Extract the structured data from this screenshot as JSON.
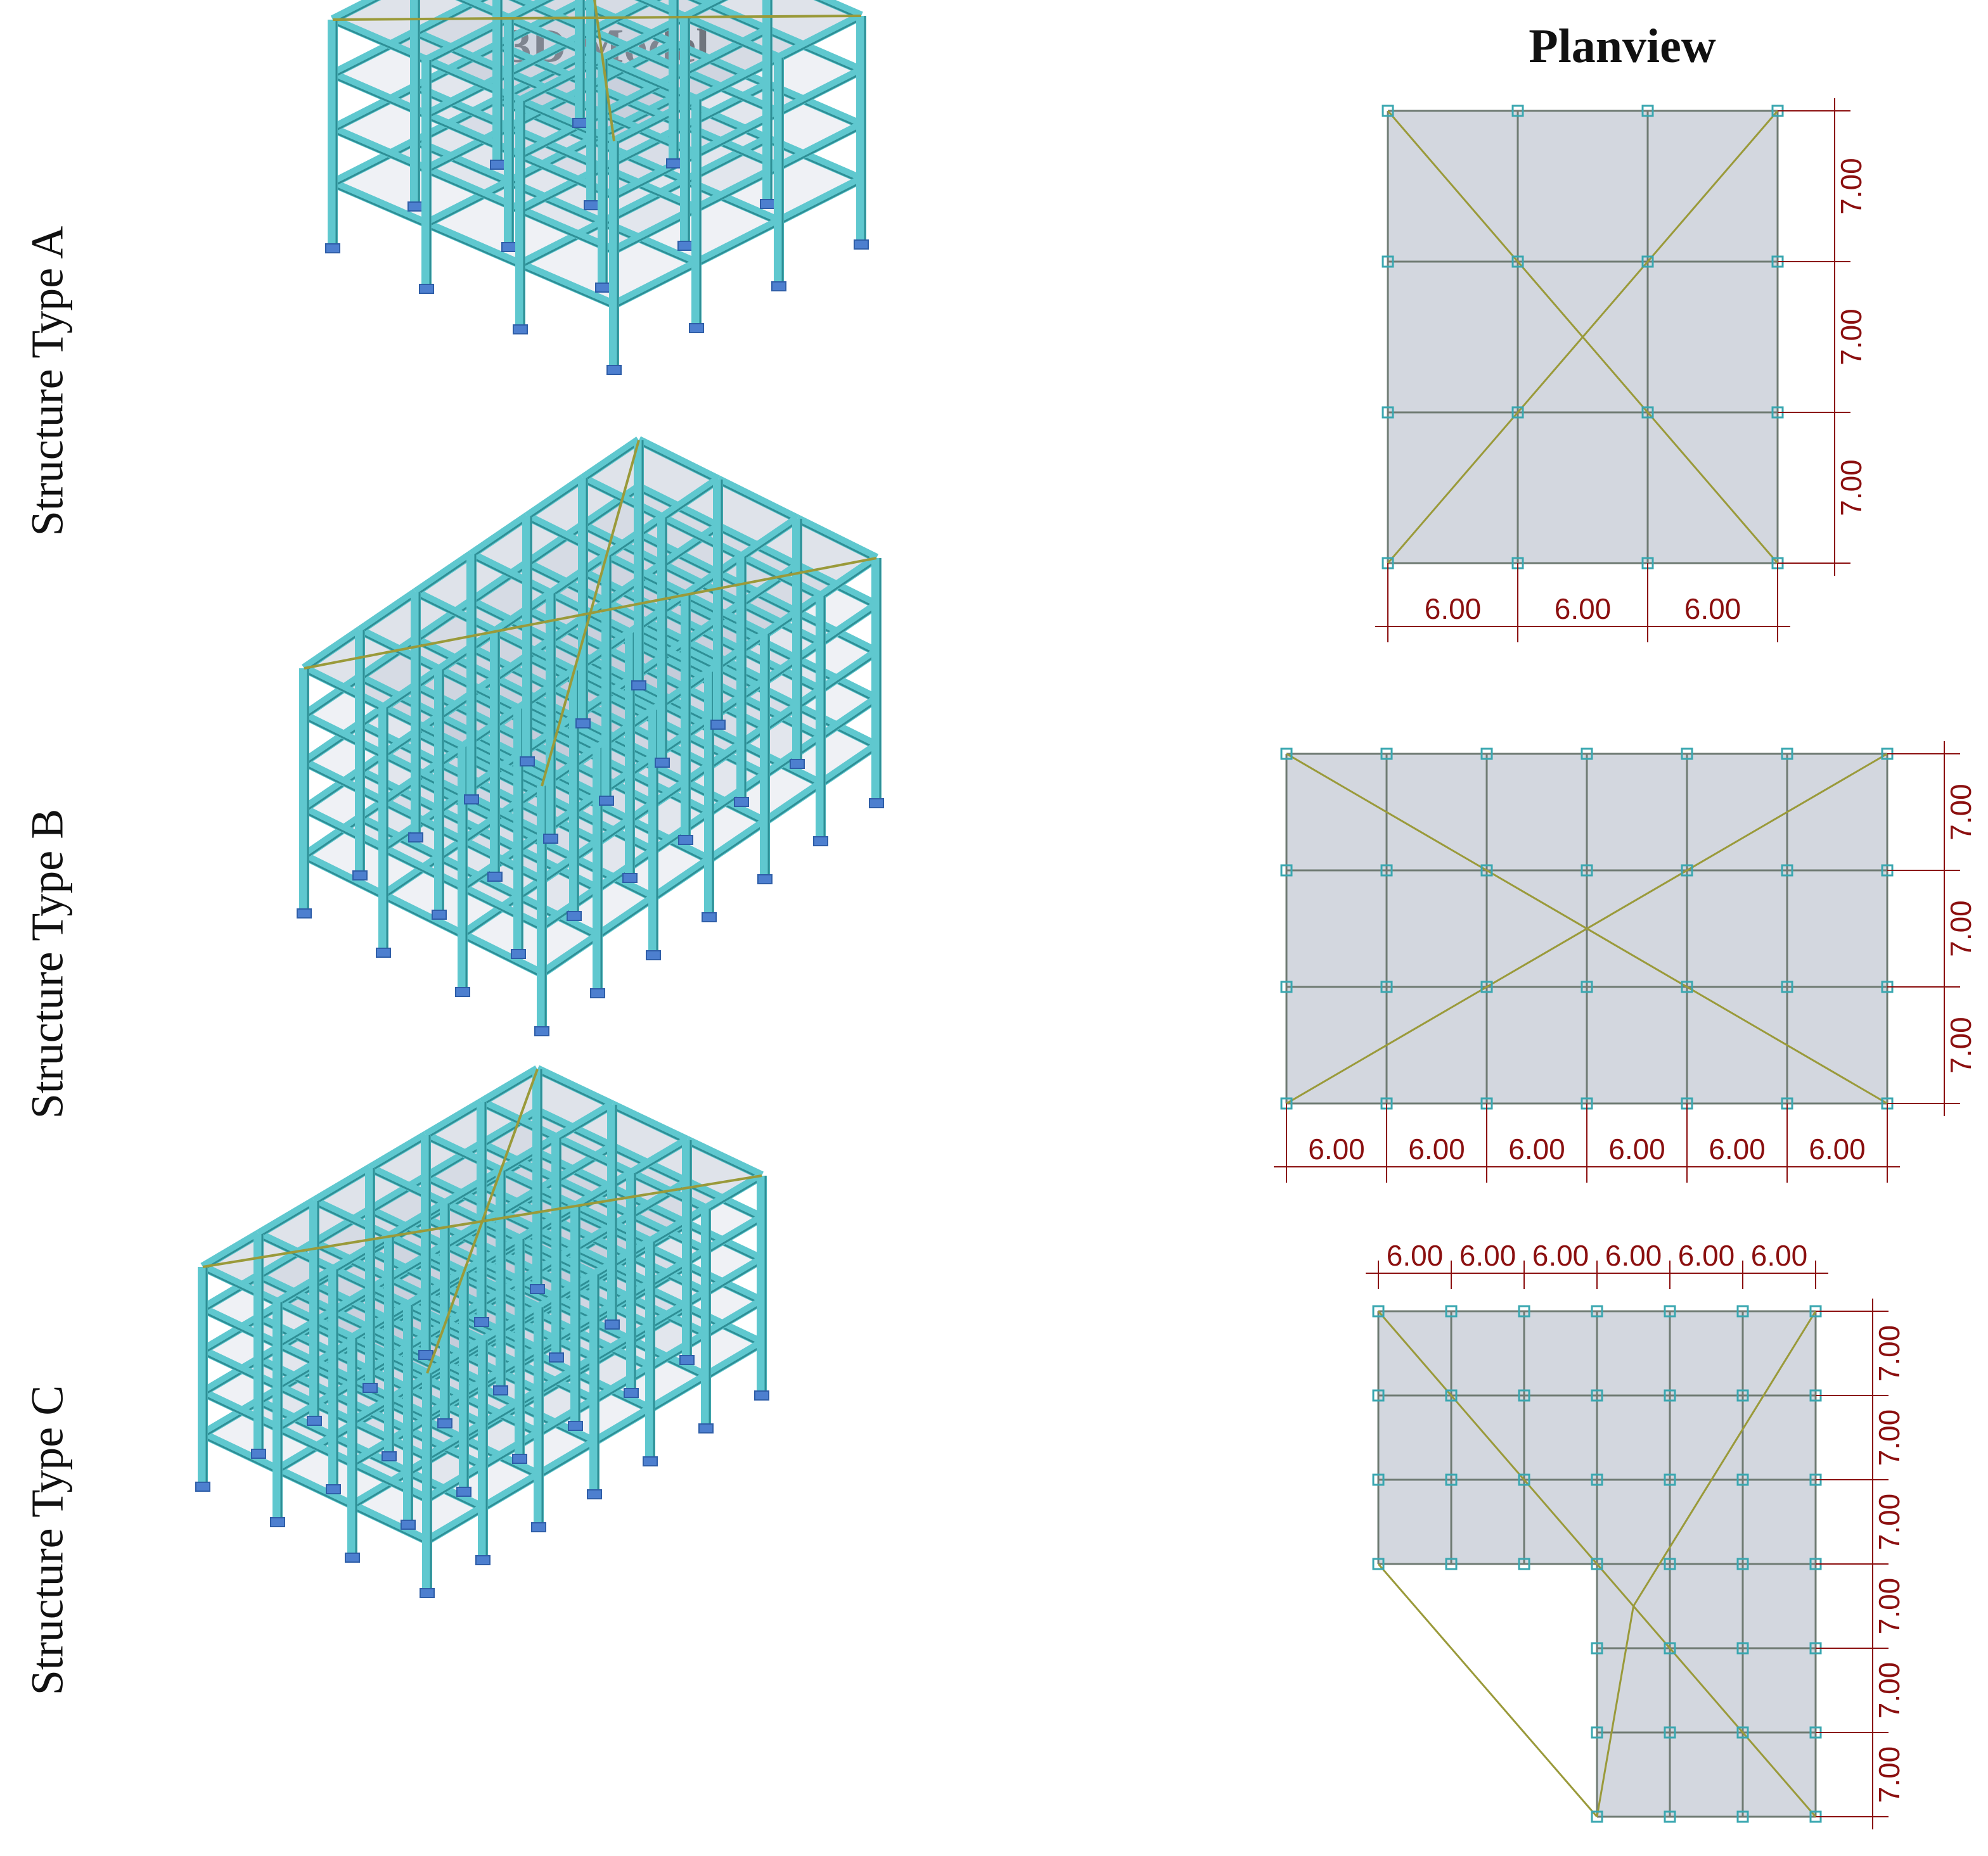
{
  "columns": {
    "model_title": "3D Model",
    "plan_title": "Planview"
  },
  "rows": [
    {
      "label": "Structure Type A"
    },
    {
      "label": "Structure Type B"
    },
    {
      "label": "Structure Type C"
    }
  ],
  "planview_a": {
    "spans_x": [
      "6.00",
      "6.00",
      "6.00"
    ],
    "spans_y": [
      "7.00",
      "7.00",
      "7.00"
    ]
  },
  "planview_b": {
    "spans_x": [
      "6.00",
      "6.00",
      "6.00",
      "6.00",
      "6.00",
      "6.00"
    ],
    "spans_y": [
      "7.00",
      "7.00",
      "7.00"
    ]
  },
  "planview_c": {
    "spans_x": [
      "6.00",
      "6.00",
      "6.00",
      "6.00",
      "6.00",
      "6.00"
    ],
    "spans_y": [
      "7.00",
      "7.00",
      "7.00",
      "7.00",
      "7.00",
      "7.00"
    ]
  },
  "colors": {
    "column": "#5fc8cf",
    "column_dark": "#2e8f96",
    "slab": "#b7c0d0",
    "brace": "#9a9a3a",
    "dimension": "#8b0f0f",
    "plan_fill": "#d3d7df"
  }
}
